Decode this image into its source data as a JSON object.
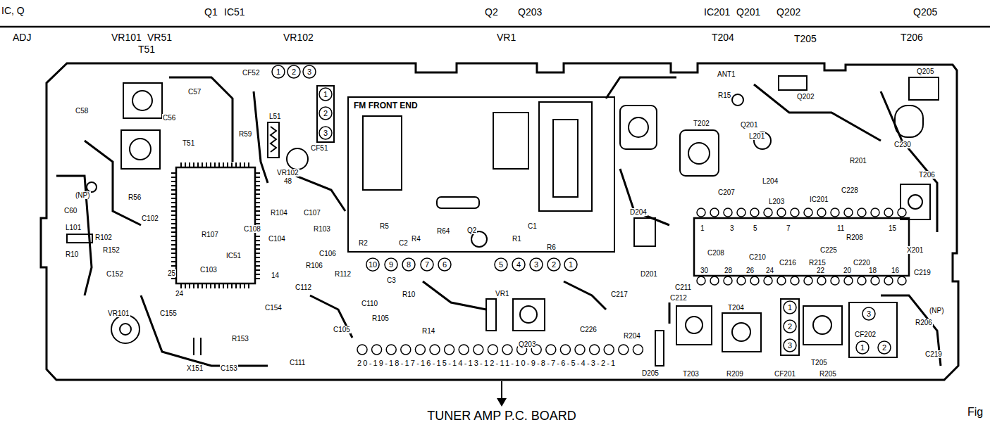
{
  "diagram": {
    "caption": "TUNER AMP P.C. BOARD",
    "nodes": [
      {
        "text": [
          "FM FRONT END"
        ]
      }
    ],
    "labels": [
      "IC, Q",
      "Q1",
      "IC51",
      "Q2",
      "Q203",
      "IC201",
      "Q201",
      "Q202",
      "Q205",
      "ADJ",
      "VR101",
      "VR51",
      "T51",
      "VR102",
      "VR1",
      "T204",
      "T205",
      "T206",
      "C58",
      "C57",
      "C56",
      "T51",
      "CF52",
      "1",
      "2",
      "3",
      "1",
      "2",
      "3",
      "CF51",
      "L51",
      "R59",
      "VR102",
      "48",
      "R56",
      "(NP)",
      "C60",
      "C102",
      "R104",
      "C107",
      "R107",
      "C104",
      "R103",
      "C106",
      "R106",
      "R112",
      "C108",
      "L101",
      "R102",
      "R152",
      "R10",
      "C152",
      "C103",
      "IC51",
      "25",
      "24",
      "14",
      "C112",
      "C154",
      "C110",
      "C3",
      "R10",
      "R14",
      "R105",
      "C105",
      "C155",
      "X151",
      "C153",
      "R153",
      "C111",
      "VR101",
      "R5",
      "R4",
      "R64",
      "R2",
      "C2",
      "Q2",
      "C1",
      "R6",
      "R1",
      "10",
      "9",
      "8",
      "7",
      "6",
      "5",
      "4",
      "3",
      "2",
      "1",
      "VR1",
      "Q203",
      "C226",
      "C217",
      "R204",
      "D205",
      "20-19-18-17-16-15-14-13-12-11-10-9-8-7-6-5-4-3-2-1",
      "D201",
      "D204",
      "ANT1",
      "R15",
      "T202",
      "Q201",
      "L201",
      "Q205",
      "Q202",
      "C230",
      "R201",
      "C228",
      "C207",
      "L204",
      "L203",
      "IC201",
      "T206",
      "C208",
      "C210",
      "R208",
      "C225",
      "R215",
      "C220",
      "C216",
      "X201",
      "C219",
      "C211",
      "C212",
      "30",
      "28",
      "26",
      "24",
      "22",
      "20",
      "18",
      "16",
      "1",
      "3",
      "5",
      "7",
      "11",
      "15",
      "T203",
      "T204",
      "R209",
      "CF201",
      "R205",
      "T205",
      "1",
      "2",
      "3",
      "CF202",
      "3",
      "1",
      "2",
      "R206",
      "(NP)",
      "C219",
      "Fig"
    ]
  }
}
